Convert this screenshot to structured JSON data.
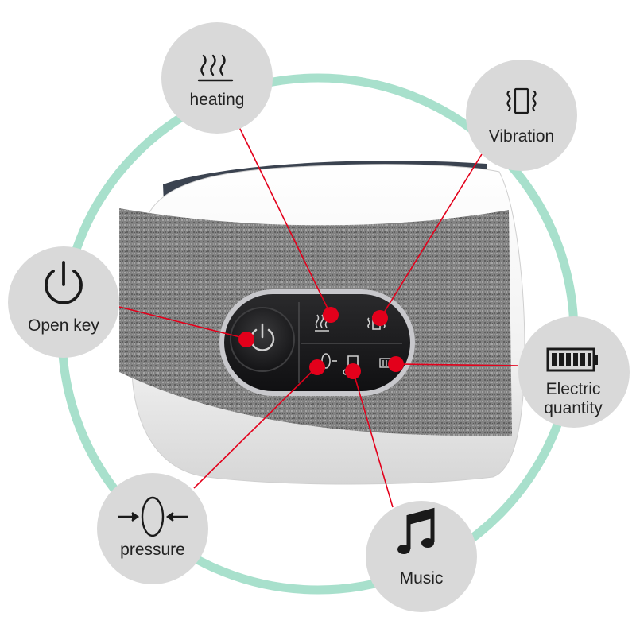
{
  "labels": {
    "heating": "heating",
    "vibration": "Vibration",
    "open_key": "Open key",
    "electric_line1": "Electric",
    "electric_line2": "quantity",
    "pressure": "pressure",
    "music": "Music"
  },
  "colors": {
    "ring": "#a8e0cc",
    "bubble": "#d9d9d9",
    "pointer": "#e3001b",
    "panel": "#1c1c1e",
    "strap": "#8c8c8c"
  },
  "icons": {
    "heating": "heat-waves-icon",
    "vibration": "vibration-phone-icon",
    "power": "power-icon",
    "battery": "battery-icon",
    "pressure": "pressure-icon",
    "music": "music-note-icon"
  }
}
